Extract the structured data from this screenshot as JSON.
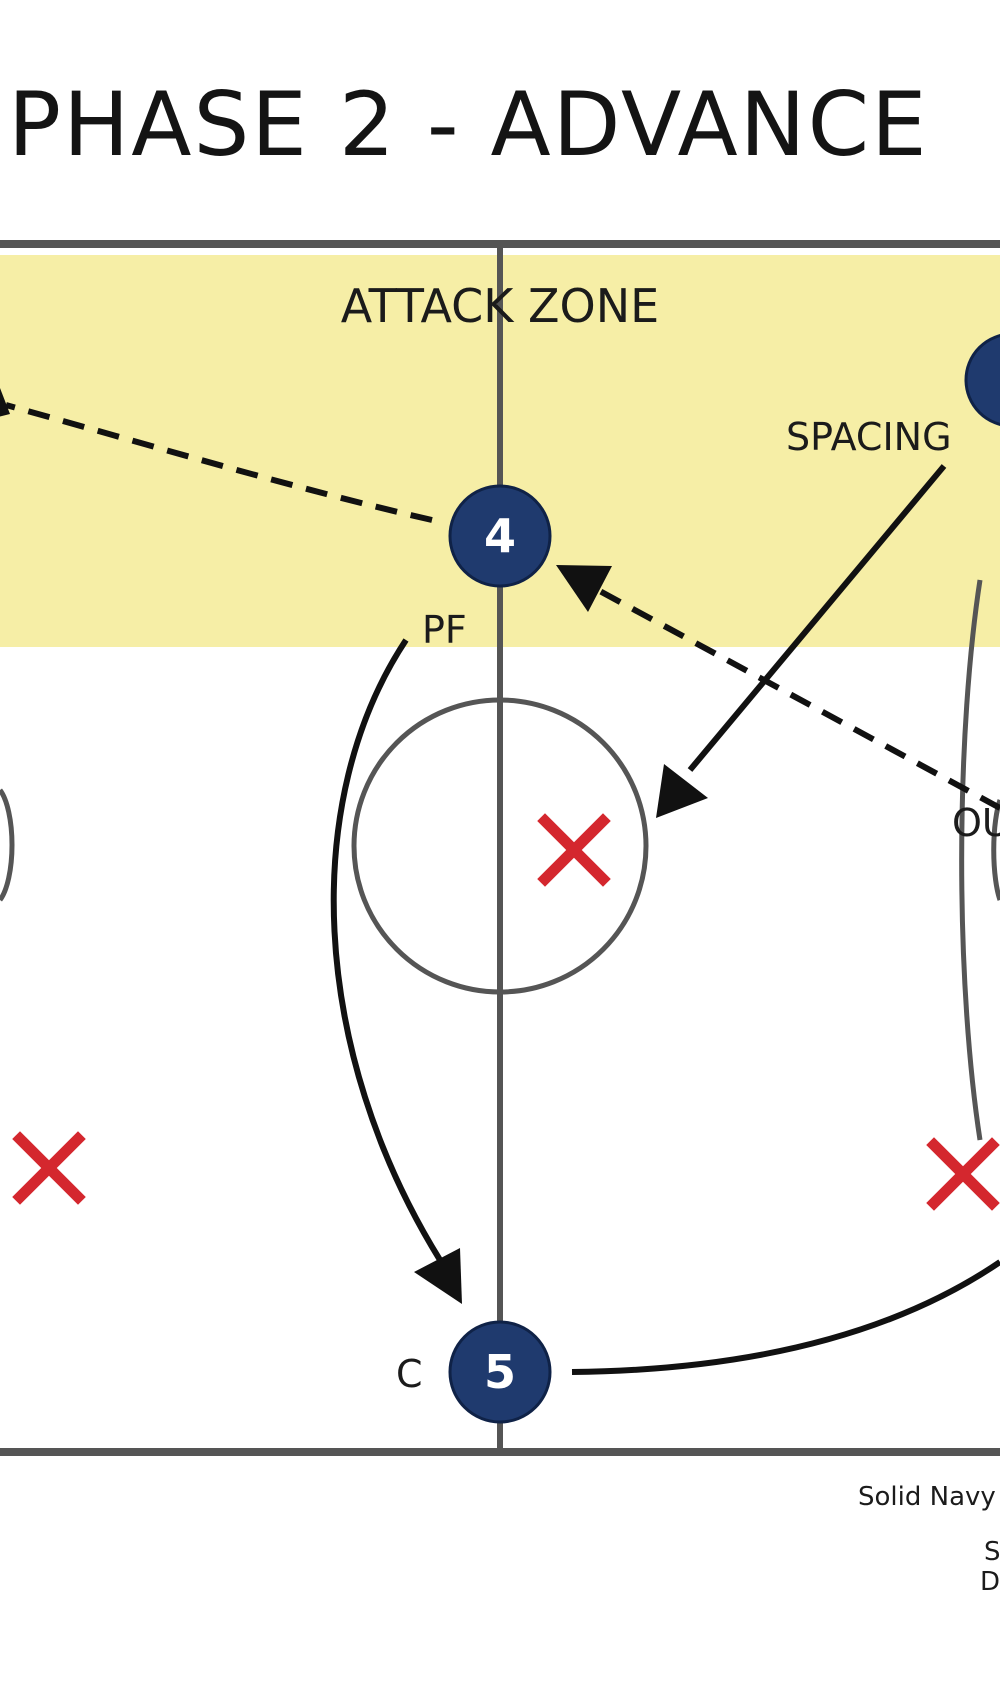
{
  "title": "PHASE 2 - ADVANCE",
  "zone_label": "ATTACK ZONE",
  "labels": {
    "spacing": "SPACING",
    "pf": "PF",
    "c": "C",
    "right_partial": "OU"
  },
  "players": [
    {
      "id": "player-4",
      "number": "4"
    },
    {
      "id": "player-5",
      "number": "5"
    }
  ],
  "defenders": [
    "defender-center",
    "defender-left",
    "defender-right"
  ],
  "legend": {
    "line1": "Solid Navy",
    "line2_initial": "S",
    "line3_initial": "D"
  },
  "colors": {
    "zone_fill": "#f6eea6",
    "player_fill": "#1f3a6e",
    "defender_x": "#d4272e",
    "court_line": "#555555",
    "arrow": "#111111"
  }
}
